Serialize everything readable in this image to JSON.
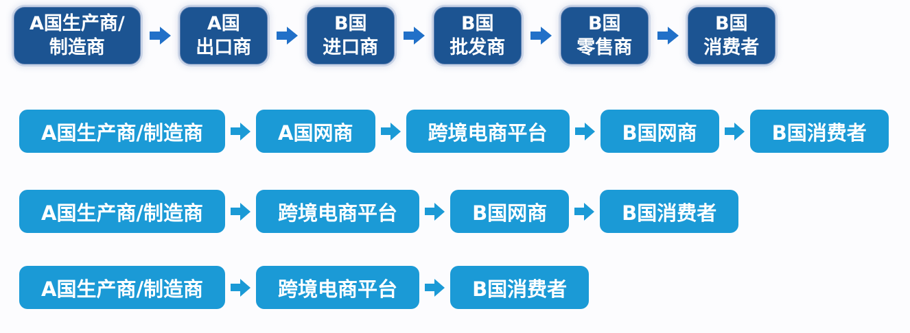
{
  "colors": {
    "row1_box": "#1c5492",
    "row1_box_glow": "#c9d3e6",
    "row1_arrow": "#2170c8",
    "flow_box": "#1b9ad6",
    "flow_arrow": "#1b9ad6",
    "text": "#ffffff",
    "page_bg": "#fcfcfe"
  },
  "rows": [
    {
      "name": "traditional-trade-chain",
      "items": [
        {
          "label": "A国生产商/\n制造商"
        },
        {
          "label": "A国\n出口商"
        },
        {
          "label": "B国\n进口商"
        },
        {
          "label": "B国\n批发商"
        },
        {
          "label": "B国\n零售商"
        },
        {
          "label": "B国\n消费者"
        }
      ]
    },
    {
      "name": "cross-border-ecommerce-chain-1",
      "items": [
        {
          "label": "A国生产商/制造商"
        },
        {
          "label": "A国网商"
        },
        {
          "label": "跨境电商平台"
        },
        {
          "label": "B国网商"
        },
        {
          "label": "B国消费者"
        }
      ]
    },
    {
      "name": "cross-border-ecommerce-chain-2",
      "items": [
        {
          "label": "A国生产商/制造商"
        },
        {
          "label": "跨境电商平台"
        },
        {
          "label": "B国网商"
        },
        {
          "label": "B国消费者"
        }
      ]
    },
    {
      "name": "cross-border-ecommerce-chain-3",
      "items": [
        {
          "label": "A国生产商/制造商"
        },
        {
          "label": "跨境电商平台"
        },
        {
          "label": "B国消费者"
        }
      ]
    }
  ]
}
